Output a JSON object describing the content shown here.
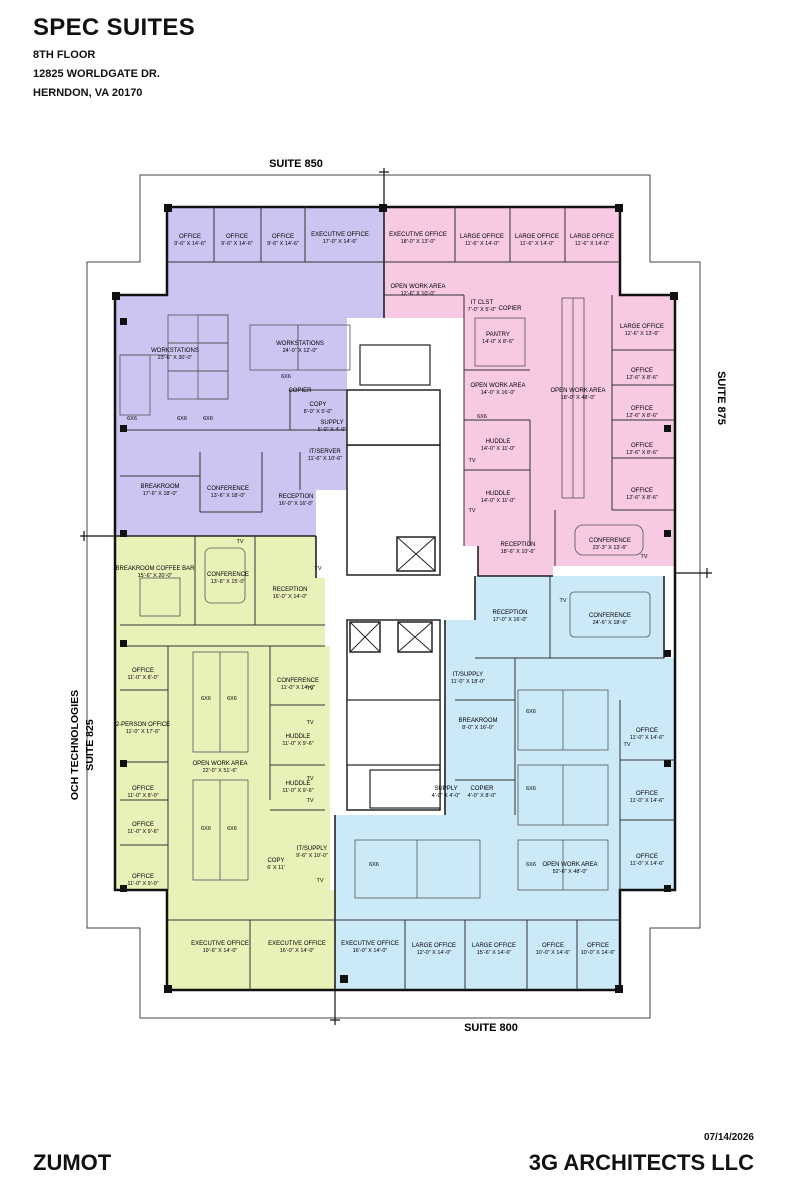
{
  "header": {
    "title": "SPEC SUITES",
    "line1": "8TH FLOOR",
    "line2": "12825 WORLDGATE DR.",
    "line3": "HERNDON, VA 20170"
  },
  "suites": {
    "s850": "SUITE 850",
    "s875": "SUITE 875",
    "s800": "SUITE 800",
    "s825a": "OCH TECHNOLOGIES",
    "s825b": "SUITE 825"
  },
  "colors": {
    "suite850": "#cdc4f2",
    "suite875": "#f7c9e3",
    "suite825": "#eaf1b8",
    "suite800": "#cbe9f6",
    "core": "#ffffff"
  },
  "rooms": {
    "purple": [
      {
        "name": "OFFICE",
        "dim": "9'-6\" X 14'-6\""
      },
      {
        "name": "OFFICE",
        "dim": "9'-6\" X 14'-6\""
      },
      {
        "name": "OFFICE",
        "dim": "9'-6\" X 14'-6\""
      },
      {
        "name": "EXECUTIVE OFFICE",
        "dim": "17'-0\" X 14'-6\""
      },
      {
        "name": "WORKSTATIONS",
        "dim": "23'-6\" X 30'-0\""
      },
      {
        "name": "WORKSTATIONS",
        "dim": "24'-0\" X 12'-0\""
      },
      {
        "name": "COPIER",
        "dim": ""
      },
      {
        "name": "COPY",
        "dim": "8'-0\" X 5'-6\""
      },
      {
        "name": "SUPPLY",
        "dim": "5'-0\" X 4'-0\""
      },
      {
        "name": "IT/SERVER",
        "dim": "11'-6\" X 10'-6\""
      },
      {
        "name": "BREAKROOM",
        "dim": "17'-6\" X 18'-0\""
      },
      {
        "name": "CONFERENCE",
        "dim": "13'-6\" X 18'-0\""
      },
      {
        "name": "RECEPTION",
        "dim": "16'-0\" X 16'-0\""
      }
    ],
    "pink": [
      {
        "name": "EXECUTIVE OFFICE",
        "dim": "18'-0\" X 13'-0\""
      },
      {
        "name": "LARGE OFFICE",
        "dim": "11'-6\" X 14'-0\""
      },
      {
        "name": "LARGE OFFICE",
        "dim": "11'-6\" X 14'-0\""
      },
      {
        "name": "LARGE OFFICE",
        "dim": "11'-6\" X 14'-0\""
      },
      {
        "name": "OPEN WORK AREA",
        "dim": "12'-6\" X 10'-0\""
      },
      {
        "name": "IT CLST",
        "dim": "7'-0\" X 5'-0\""
      },
      {
        "name": "COPIER",
        "dim": ""
      },
      {
        "name": "PANTRY",
        "dim": "14'-0\" X 8'-6\""
      },
      {
        "name": "OPEN WORK AREA",
        "dim": "14'-0\" X 16'-0\""
      },
      {
        "name": "OPEN WORK AREA",
        "dim": "18'-0\" X 48'-0\""
      },
      {
        "name": "HUDDLE",
        "dim": "14'-0\" X 11'-0\""
      },
      {
        "name": "HUDDLE",
        "dim": "14'-0\" X 11'-0\""
      },
      {
        "name": "LARGE OFFICE",
        "dim": "12'-6\" X 13'-6\""
      },
      {
        "name": "OFFICE",
        "dim": "12'-6\" X 8'-6\""
      },
      {
        "name": "OFFICE",
        "dim": "12'-6\" X 8'-6\""
      },
      {
        "name": "OFFICE",
        "dim": "12'-6\" X 8'-6\""
      },
      {
        "name": "OFFICE",
        "dim": "12'-6\" X 8'-6\""
      },
      {
        "name": "CONFERENCE",
        "dim": "23'-3\" X 13'-6\""
      },
      {
        "name": "RECEPTION",
        "dim": "18'-6\" X 10'-6\""
      }
    ],
    "green": [
      {
        "name": "BREAKROOM COFFEE BAR",
        "dim": "15'-6\" X 20'-0\""
      },
      {
        "name": "CONFERENCE",
        "dim": "13'-6\" X 15'-0\""
      },
      {
        "name": "RECEPTION",
        "dim": "16'-0\" X 14'-0\""
      },
      {
        "name": "OFFICE",
        "dim": "11'-0\" X 8'-0\""
      },
      {
        "name": "2-PERSON OFFICE",
        "dim": "11'-0\" X 17'-6\""
      },
      {
        "name": "OFFICE",
        "dim": "11'-0\" X 8'-0\""
      },
      {
        "name": "OFFICE",
        "dim": "11'-0\" X 9'-6\""
      },
      {
        "name": "OFFICE",
        "dim": "11'-0\" X 9'-0\""
      },
      {
        "name": "OPEN WORK AREA",
        "dim": "22'-0\" X 51'-6\""
      },
      {
        "name": "CONFERENCE",
        "dim": "11'-0\" X 14'-6\""
      },
      {
        "name": "HUDDLE",
        "dim": "11'-0\" X 9'-6\""
      },
      {
        "name": "HUDDLE",
        "dim": "11'-0\" X 9'-6\""
      },
      {
        "name": "IT/SUPPLY",
        "dim": "9'-6\" X 10'-0\""
      },
      {
        "name": "COPY",
        "dim": "6' X 11'"
      },
      {
        "name": "EXECUTIVE OFFICE",
        "dim": "19'-6\" X 14'-0\""
      },
      {
        "name": "EXECUTIVE OFFICE",
        "dim": "16'-0\" X 14'-0\""
      }
    ],
    "blue": [
      {
        "name": "RECEPTION",
        "dim": "17'-0\" X 16'-0\""
      },
      {
        "name": "CONFERENCE",
        "dim": "24'-6\" X 18'-6\""
      },
      {
        "name": "IT/SUPPLY",
        "dim": "11'-0\" X 18'-0\""
      },
      {
        "name": "BREAKROOM",
        "dim": "8'-0\" X 16'-0\""
      },
      {
        "name": "SUPPLY",
        "dim": "4'-0\" X 4'-0\""
      },
      {
        "name": "COPIER",
        "dim": "4'-0\" X 8'-0\""
      },
      {
        "name": "OPEN WORK AREA",
        "dim": "52'-6\" X 48'-0\""
      },
      {
        "name": "OFFICE",
        "dim": "11'-0\" X 14'-6\""
      },
      {
        "name": "OFFICE",
        "dim": "11'-0\" X 14'-6\""
      },
      {
        "name": "OFFICE",
        "dim": "11'-0\" X 14'-6\""
      },
      {
        "name": "EXECUTIVE OFFICE",
        "dim": "16'-0\" X 14'-0\""
      },
      {
        "name": "LARGE OFFICE",
        "dim": "12'-0\" X 14'-0\""
      },
      {
        "name": "LARGE OFFICE",
        "dim": "15'-6\" X 14'-6\""
      },
      {
        "name": "OFFICE",
        "dim": "10'-0\" X 14'-6\""
      },
      {
        "name": "OFFICE",
        "dim": "10'-0\" X 14'-6\""
      }
    ]
  },
  "marks": {
    "ws": "6X6",
    "tv": "TV",
    "copier": "COPIER"
  },
  "footer": {
    "client": "ZUMOT",
    "firm": "3G ARCHITECTS LLC",
    "date": "07/14/2026"
  }
}
